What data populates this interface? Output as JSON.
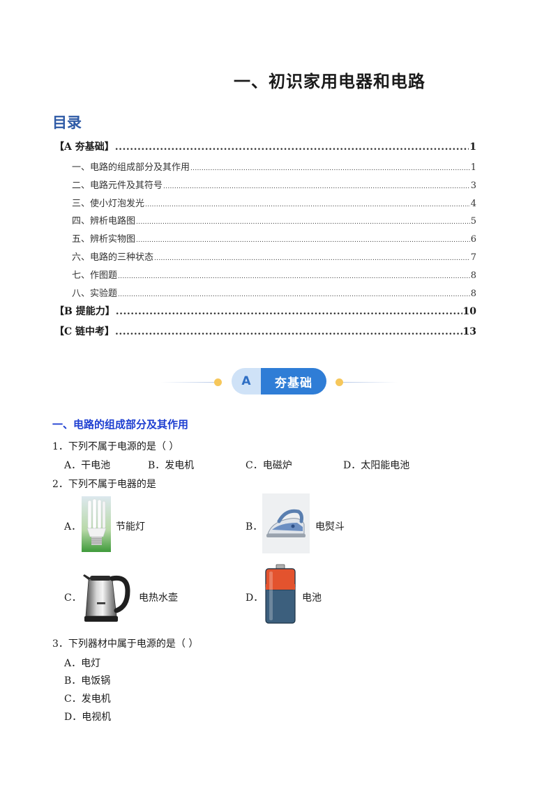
{
  "title": "一、初识家用电器和电路",
  "toc": {
    "heading": "目录",
    "entries": [
      {
        "label": "【A 夯基础】",
        "page": "1",
        "level": 1
      },
      {
        "label": "一、电路的组成部分及其作用",
        "page": "1",
        "level": 2
      },
      {
        "label": "二、电路元件及其符号",
        "page": "3",
        "level": 2
      },
      {
        "label": "三、使小灯泡发光",
        "page": "4",
        "level": 2
      },
      {
        "label": "四、辨析电路图",
        "page": "5",
        "level": 2
      },
      {
        "label": "五、辨析实物图",
        "page": "6",
        "level": 2
      },
      {
        "label": "六、电路的三种状态",
        "page": "7",
        "level": 2
      },
      {
        "label": "七、作图题",
        "page": "8",
        "level": 2
      },
      {
        "label": "八、实验题",
        "page": "8",
        "level": 2
      },
      {
        "label": "【B 提能力】",
        "page": "10",
        "level": 1
      },
      {
        "label": "【C 链中考】",
        "page": "13",
        "level": 1
      }
    ]
  },
  "banner": {
    "letter": "A",
    "text": "夯基础"
  },
  "section": {
    "heading": "一、电路的组成部分及其作用"
  },
  "questions": {
    "q1": {
      "stem": "1．下列不属于电源的是（    ）",
      "options": [
        "A．干电池",
        "B．发电机",
        "C．电磁炉",
        "D．太阳能电池"
      ]
    },
    "q2": {
      "stem": "2．下列不属于电器的是",
      "options": [
        {
          "letter": "A．",
          "caption": "节能灯",
          "icon": "energy-saving-lamp-icon"
        },
        {
          "letter": "B．",
          "caption": "电熨斗",
          "icon": "electric-iron-icon"
        },
        {
          "letter": "C．",
          "caption": "电热水壶",
          "icon": "electric-kettle-icon"
        },
        {
          "letter": "D．",
          "caption": "电池",
          "icon": "battery-icon"
        }
      ]
    },
    "q3": {
      "stem": "3．下列器材中属于电源的是（      ）",
      "options": [
        "A．电灯",
        "B．电饭锅",
        "C．发电机",
        "D．电视机"
      ]
    }
  },
  "colors": {
    "toc_heading": "#2e5aa6",
    "section_heading": "#1e3fd1",
    "banner_blue": "#2f7dd6",
    "banner_light": "#cfe2f7",
    "banner_dot": "#f6c75b"
  }
}
